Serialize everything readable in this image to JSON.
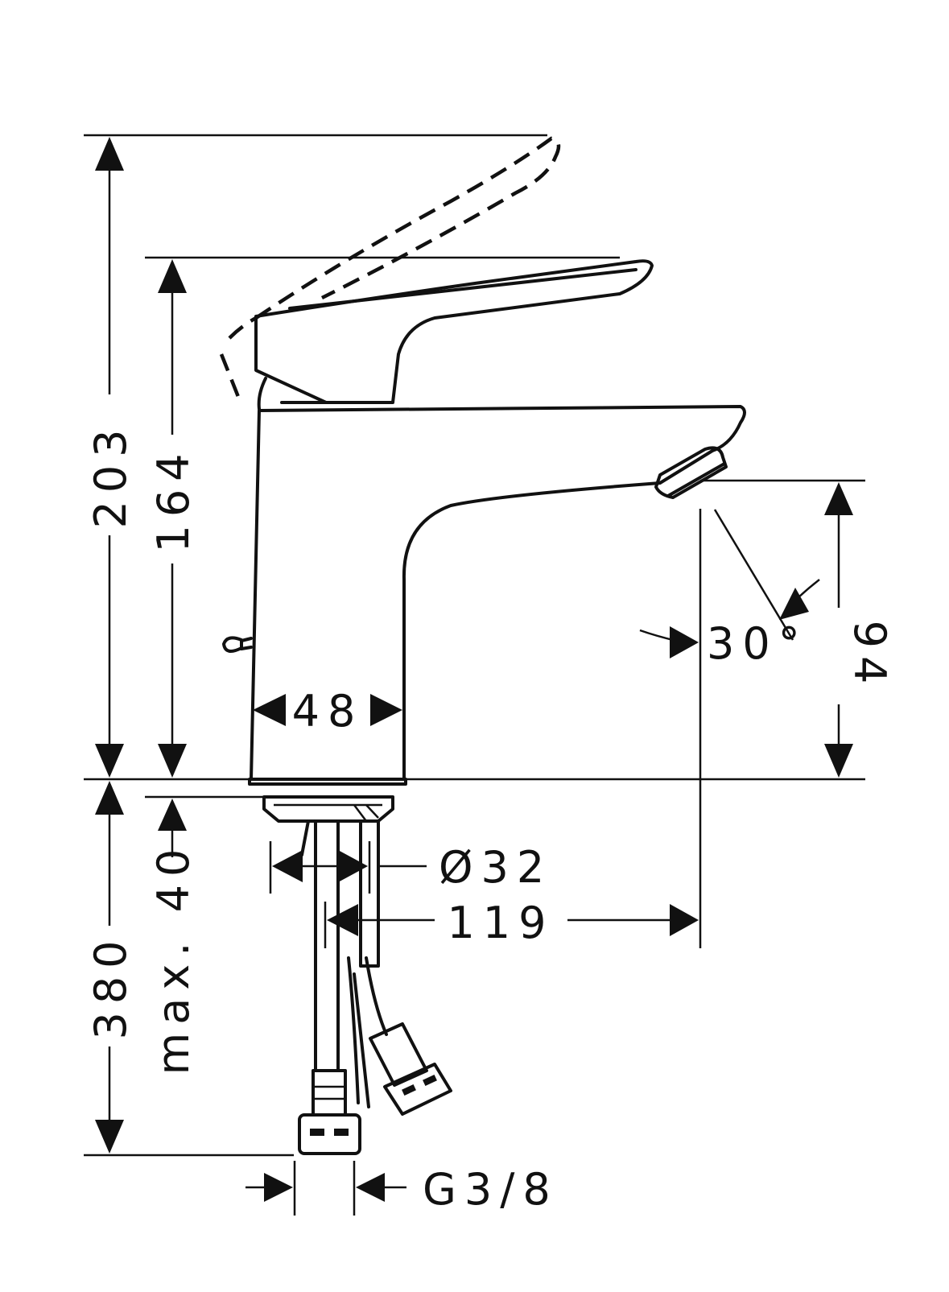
{
  "dimensions": {
    "total_height": "203",
    "lever_height": "164",
    "body_width": "48",
    "spout_height": "94",
    "jet_angle": "30°",
    "pipe_length": "380",
    "max_thickness": "max. 40",
    "hole_diameter": "Ø32",
    "spout_reach": "119",
    "thread": "G3/8"
  },
  "colors": {
    "ink": "#111111",
    "paper": "#ffffff"
  }
}
